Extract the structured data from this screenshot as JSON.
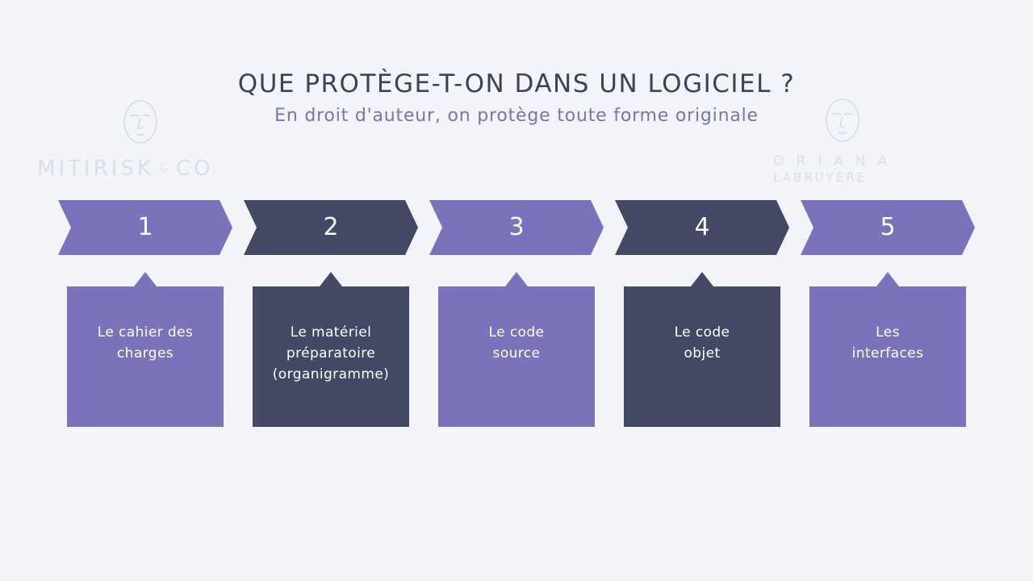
{
  "title": "QUE PROTÈGE-T-ON DANS UN LOGICIEL ?",
  "subtitle": "En droit d'auteur, on protège toute forme originale",
  "watermarks": {
    "left": {
      "text_a": "MITIRISK",
      "amp": "&",
      "text_b": "CO",
      "icon": "mask-face-icon"
    },
    "right": {
      "line1": "ORIANA",
      "line2": "LABRUYÈRE",
      "icon": "mask-face-icon"
    }
  },
  "steps": [
    {
      "number": "1",
      "label_lines": [
        "Le cahier des",
        "charges"
      ],
      "theme": "light"
    },
    {
      "number": "2",
      "label_lines": [
        "Le matériel",
        "préparatoire",
        "(organigramme)"
      ],
      "theme": "dark"
    },
    {
      "number": "3",
      "label_lines": [
        "Le code",
        "source"
      ],
      "theme": "light"
    },
    {
      "number": "4",
      "label_lines": [
        "Le code",
        "objet"
      ],
      "theme": "dark"
    },
    {
      "number": "5",
      "label_lines": [
        "Les",
        "interfaces"
      ],
      "theme": "light"
    }
  ],
  "colors": {
    "background": "#f2f4fa",
    "light": "#7a72ba",
    "dark": "#434864",
    "title": "#3e4258",
    "subtitle": "#7b73b6"
  }
}
